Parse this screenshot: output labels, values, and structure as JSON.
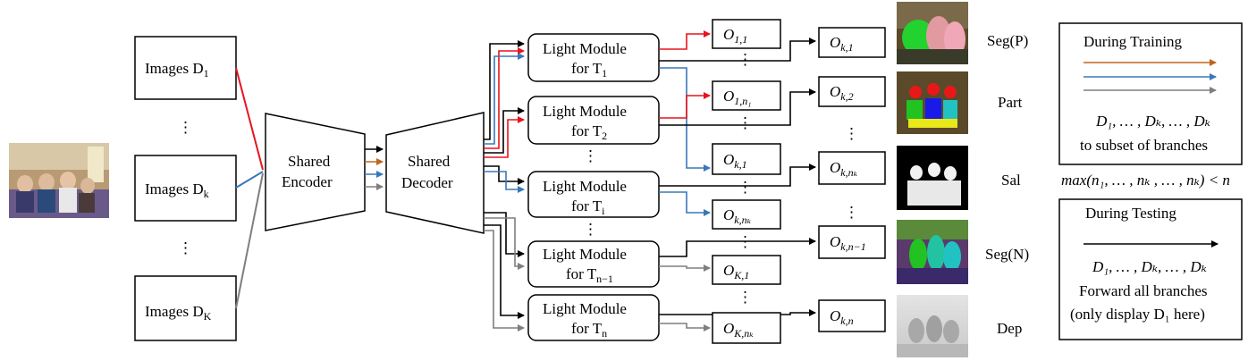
{
  "colors": {
    "red": "#e8141c",
    "orange": "#c0651c",
    "blue": "#3878b8",
    "gray": "#7f7f7f",
    "black": "#000000"
  },
  "inputs": {
    "d1": "Images 𝐷₁",
    "dk": "Images 𝐷ₖ",
    "dK": "Images 𝐷ₖ"
  },
  "input_labels": [
    "Images D",
    "Images D",
    "Images D"
  ],
  "input_subs": [
    "1",
    "k",
    "K"
  ],
  "encoder": [
    "Shared",
    "Encoder"
  ],
  "decoder": [
    "Shared",
    "Decoder"
  ],
  "modules": [
    {
      "line1": "Light Module",
      "line2": "for T",
      "sub": "1"
    },
    {
      "line1": "Light Module",
      "line2": "for T",
      "sub": "2"
    },
    {
      "line1": "Light Module",
      "line2": "for T",
      "sub": "i"
    },
    {
      "line1": "Light Module",
      "line2": "for T",
      "sub": "n−1"
    },
    {
      "line1": "Light Module",
      "line2": "for T",
      "sub": "n"
    }
  ],
  "outputs_a": [
    {
      "base": "O",
      "sub": "1,1"
    },
    {
      "base": "O",
      "sub": "1,n₁"
    },
    {
      "base": "O",
      "sub": "k,1"
    },
    {
      "base": "O",
      "sub": "k,nₖ"
    },
    {
      "base": "O",
      "sub": "K,1"
    },
    {
      "base": "O",
      "sub": "K,nₖ"
    }
  ],
  "outputs_b": [
    {
      "base": "O",
      "sub": "k,1"
    },
    {
      "base": "O",
      "sub": "k,2"
    },
    {
      "base": "O",
      "sub": "k,nₖ"
    },
    {
      "base": "O",
      "sub": "k,n−1"
    },
    {
      "base": "O",
      "sub": "k,n"
    }
  ],
  "tasks": [
    "Seg(P)",
    "Part",
    "Sal",
    "Seg(N)",
    "Dep"
  ],
  "legend_training": {
    "title": "During Training",
    "line1": "D₁, … , Dₖ, … , Dₖ",
    "line2": "to subset of branches"
  },
  "max_label": "max(n₁, … , nₖ , … , nₖ) < n",
  "legend_testing": {
    "title": "During Testing",
    "line1": "D₁, … , Dₖ, … , Dₖ",
    "line2": "Forward all branches",
    "line3": "(only display D₁ here)"
  }
}
